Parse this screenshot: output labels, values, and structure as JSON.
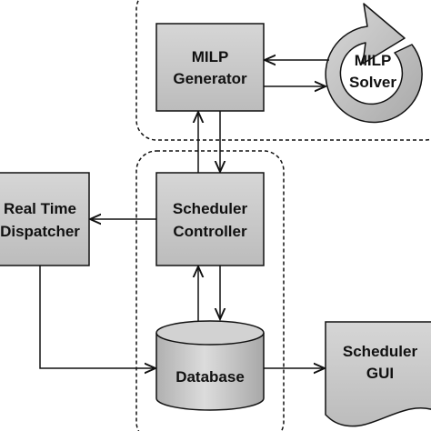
{
  "nodes": {
    "milp_generator": {
      "line1": "MILP",
      "line2": "Generator"
    },
    "milp_solver": {
      "line1": "MILP",
      "line2": "Solver"
    },
    "scheduler_controller": {
      "line1": "Scheduler",
      "line2": "Controller"
    },
    "real_time_dispatcher": {
      "line1": "Real Time",
      "line2": "Dispatcher"
    },
    "database": {
      "line1": "Database"
    },
    "scheduler_gui": {
      "line1": "Scheduler",
      "line2": "GUI"
    }
  },
  "colors": {
    "box_fill": "#c6c6c6",
    "box_gradient_light": "#dedede",
    "stroke": "#111111",
    "background": "#ffffff"
  }
}
